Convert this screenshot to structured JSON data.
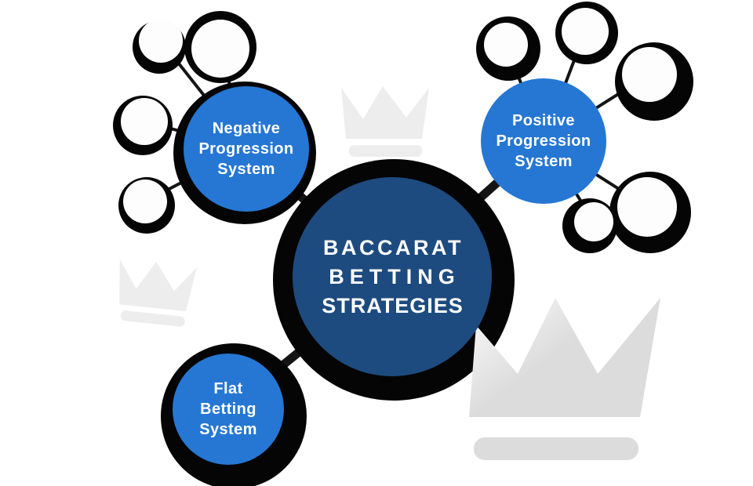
{
  "center_node": {
    "line1": "BACCARAT",
    "line2": "BETTING",
    "line3": "STRATEGIES"
  },
  "branch_nodes": {
    "negative": {
      "line1": "Negative",
      "line2": "Progression",
      "line3": "System"
    },
    "positive": {
      "line1": "Positive",
      "line2": "Progression",
      "line3": "System"
    },
    "flat": {
      "line1": "Flat",
      "line2": "Betting",
      "line3": "System"
    }
  },
  "colors": {
    "background": "#ffffff",
    "center_circle": "#1d4b7f",
    "branch_circle": "#2577d3",
    "shadow_black": "#050505",
    "connector": "#141414",
    "bubble_fill": "#fdfdfd",
    "crown_light": "#ededed",
    "crown_dark": "#dcdcdc",
    "text": "#ffffff"
  },
  "decorations": {
    "crown_icon_count": 3,
    "bubble_count_left_cluster": 4,
    "bubble_count_right_cluster": 5
  }
}
